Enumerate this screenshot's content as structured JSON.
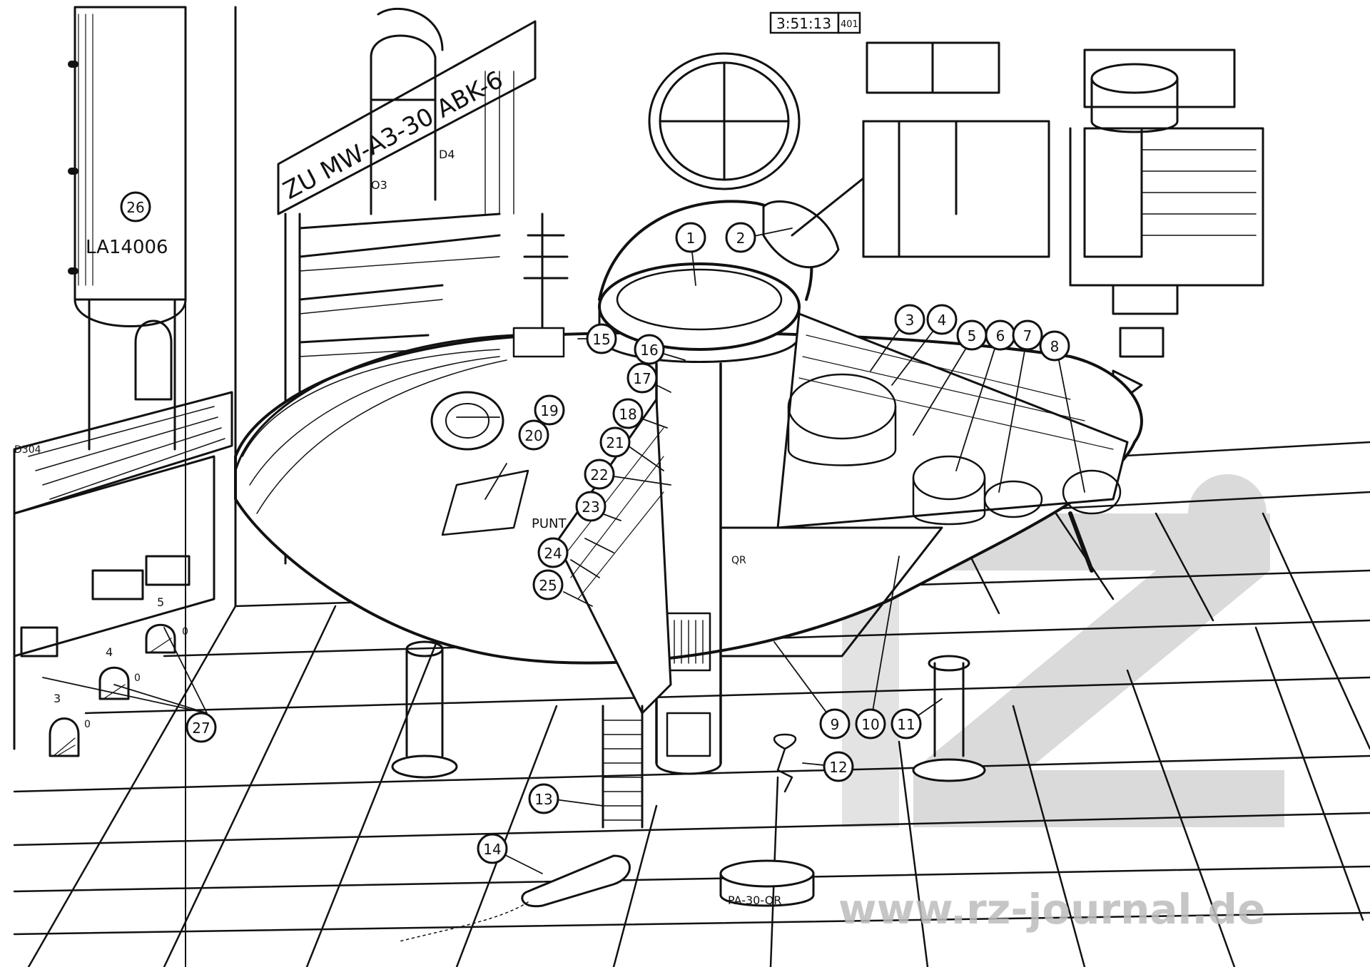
{
  "clock": {
    "time": "3:51:13",
    "suffix": "401"
  },
  "signs": {
    "banner": "ZU MW-A3-30 ABK-6",
    "column": "LA14006",
    "platform": "D304",
    "floor_ring": "PA-30-QR",
    "ship_text": "PUNT",
    "ship_short": "QR",
    "bay_o3": "O3",
    "bay_d4": "D4"
  },
  "door_numbers": [
    "3",
    "4",
    "5"
  ],
  "door_zero": "0",
  "callouts": [
    "1",
    "2",
    "3",
    "4",
    "5",
    "6",
    "7",
    "8",
    "9",
    "10",
    "11",
    "12",
    "13",
    "14",
    "15",
    "16",
    "17",
    "18",
    "19",
    "20",
    "21",
    "22",
    "23",
    "24",
    "25",
    "26",
    "27"
  ],
  "watermark": {
    "url": "www.rz-journal.de"
  }
}
